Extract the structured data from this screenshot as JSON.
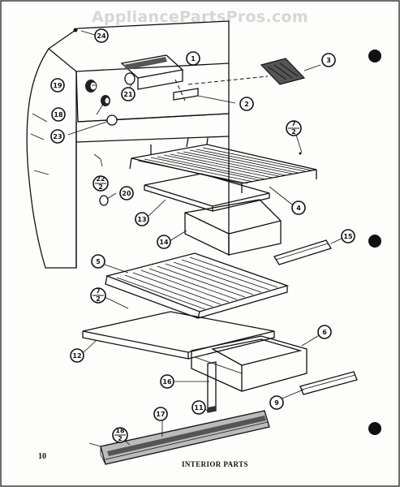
{
  "watermark": "AppliancePartsPros.com",
  "page_number": "10",
  "caption": "INTERIOR PARTS",
  "callouts": [
    {
      "id": "c1",
      "label": "1"
    },
    {
      "id": "c2",
      "label": "2"
    },
    {
      "id": "c3",
      "label": "3"
    },
    {
      "id": "c4",
      "label": "4"
    },
    {
      "id": "c5",
      "label": "5"
    },
    {
      "id": "c6",
      "label": "6"
    },
    {
      "id": "c9",
      "label": "9"
    },
    {
      "id": "c11",
      "label": "11"
    },
    {
      "id": "c12",
      "label": "12"
    },
    {
      "id": "c13",
      "label": "13"
    },
    {
      "id": "c14",
      "label": "14"
    },
    {
      "id": "c15",
      "label": "15"
    },
    {
      "id": "c16",
      "label": "16"
    },
    {
      "id": "c17",
      "label": "17"
    },
    {
      "id": "c18",
      "label": "18"
    },
    {
      "id": "c19",
      "label": "19"
    },
    {
      "id": "c20",
      "label": "20"
    },
    {
      "id": "c21",
      "label": "21"
    },
    {
      "id": "c23",
      "label": "23"
    },
    {
      "id": "c24",
      "label": "24"
    }
  ],
  "fraction_refs": [
    {
      "id": "f22",
      "num": "22",
      "den": "2"
    },
    {
      "id": "f7a",
      "num": "7",
      "den": "2"
    },
    {
      "id": "f7b",
      "num": "7",
      "den": "2"
    },
    {
      "id": "f18",
      "num": "18",
      "den": "2"
    }
  ]
}
